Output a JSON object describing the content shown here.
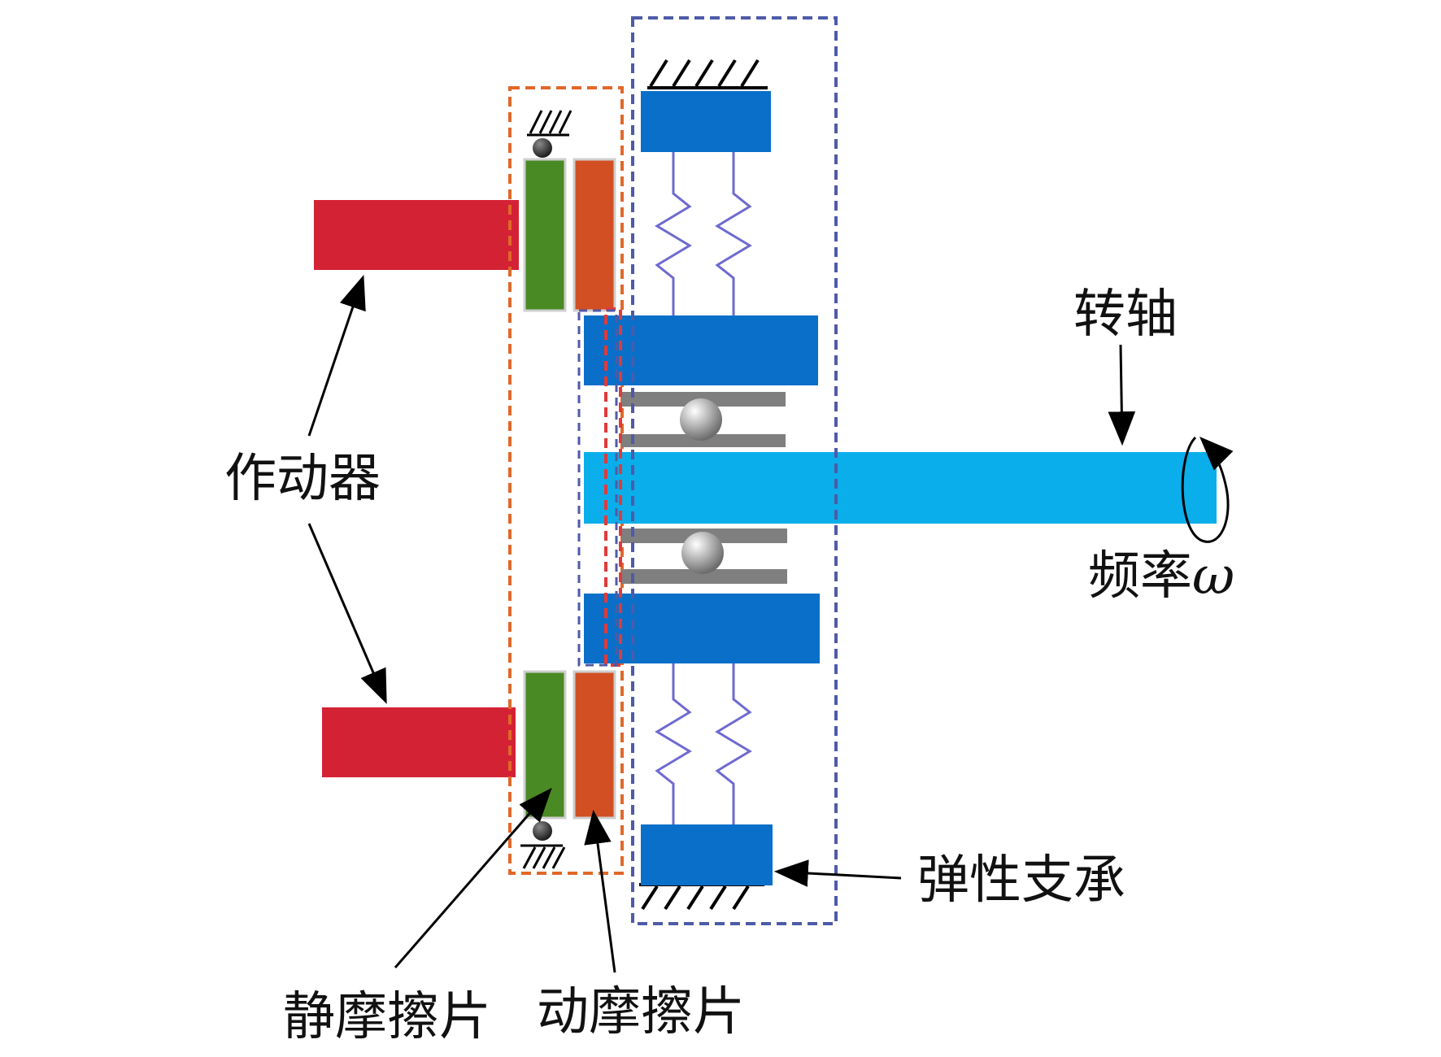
{
  "labels": {
    "actuator": "作动器",
    "shaft": "转轴",
    "frequency_text": "频率",
    "frequency_symbol": "ω",
    "elastic_support": "弹性支承",
    "static_friction_plate": "静摩擦片",
    "dynamic_friction_plate": "动摩擦片"
  },
  "colors": {
    "actuator": "#d42235",
    "static_plate": "#4a8a24",
    "dynamic_plate": "#d24f23",
    "bearing_block": "#0a6fc8",
    "shaft": "#0aaeea",
    "bearing_race": "#7f7f7f",
    "spring": "#6e6ad0",
    "orange_box": "#e0682a",
    "red_box": "#e03a3a",
    "blue_box": "#4f5aa8",
    "arrow": "#000000"
  }
}
